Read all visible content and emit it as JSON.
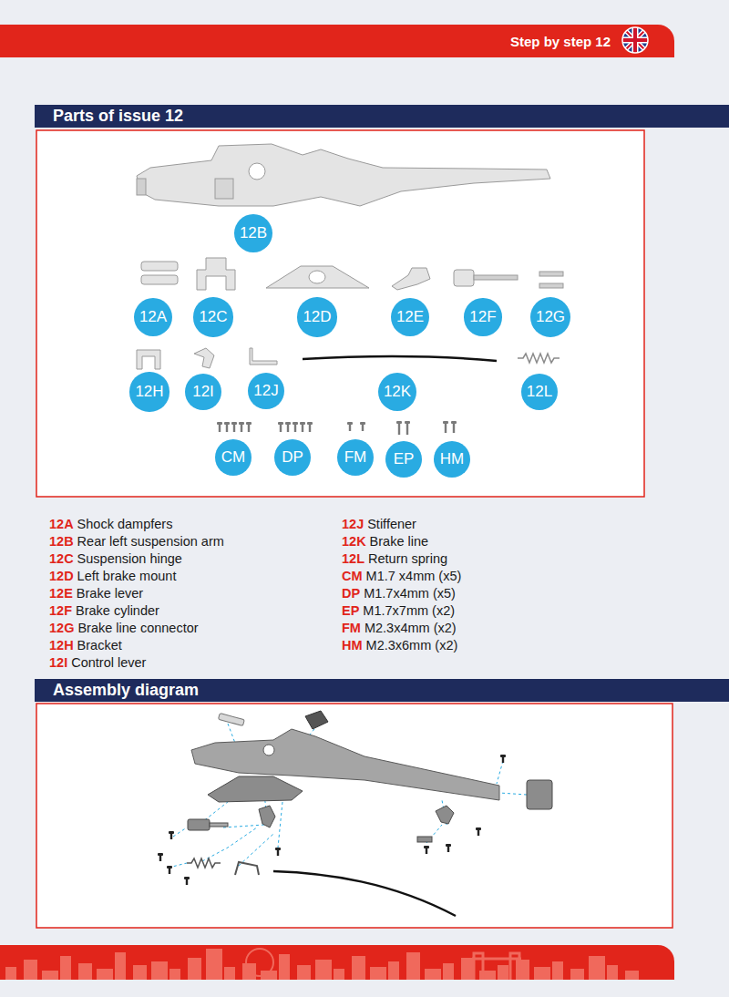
{
  "diagram": {
    "title": "Step by step 12",
    "nodes": [
      {
        "text": [
          "Parts of issue 12"
        ]
      },
      {
        "text": [
          "12B"
        ]
      },
      {
        "text": [
          "12A"
        ]
      },
      {
        "text": [
          "12C"
        ]
      },
      {
        "text": [
          "12D"
        ]
      },
      {
        "text": [
          "12E"
        ]
      },
      {
        "text": [
          "12F"
        ]
      },
      {
        "text": [
          "12G"
        ]
      },
      {
        "text": [
          "12H"
        ]
      },
      {
        "text": [
          "12I"
        ]
      },
      {
        "text": [
          "12J"
        ]
      },
      {
        "text": [
          "12K"
        ]
      },
      {
        "text": [
          "12L"
        ]
      },
      {
        "text": [
          "CM"
        ]
      },
      {
        "text": [
          "DP"
        ]
      },
      {
        "text": [
          "FM"
        ]
      },
      {
        "text": [
          "EP"
        ]
      },
      {
        "text": [
          "HM"
        ]
      },
      {
        "text": [
          "Assembly diagram"
        ]
      }
    ],
    "labels": [
      "12A",
      "Shock dampfers",
      "12B",
      "Rear left suspension arm",
      "12C",
      "Suspension hinge",
      "12D",
      "Left brake mount",
      "12E",
      "Brake lever",
      "12F",
      "Brake cylinder",
      "12G",
      "Brake line connector",
      "12H",
      "Bracket",
      "12I",
      "Control lever",
      "12J",
      "Stiffener",
      "12K",
      "Brake line",
      "12L",
      "Return spring",
      "CM",
      "M1.7 x4mm (x5)",
      "DP",
      "M1.7x4mm (x5)",
      "EP",
      "M1.7x7mm (x2)",
      "FM",
      "M2.3x4mm (x2)",
      "HM",
      "M2.3x6mm (x2)"
    ]
  }
}
